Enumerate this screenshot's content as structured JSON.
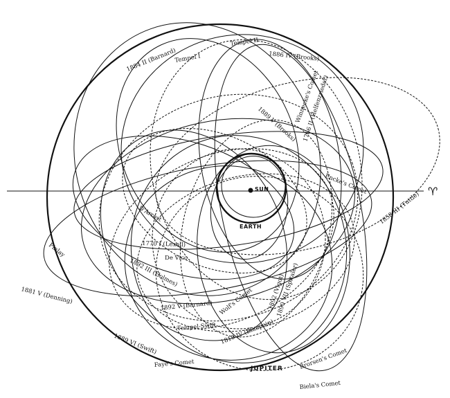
{
  "figure": {
    "sun_label": "SUN",
    "earth_label": "EARTH",
    "jupiter_label": "JUPITER",
    "aries_symbol": "♈"
  },
  "comets": [
    {
      "key": "barnard_1884",
      "label": "1884 II (Barnard)"
    },
    {
      "key": "tempel_1",
      "label": "Tempel I"
    },
    {
      "key": "tempel_2",
      "label": "Tempel II"
    },
    {
      "key": "brooks_1886",
      "label": "1886 IV (Brooks)"
    },
    {
      "key": "winnecke",
      "label": "Winnecke's Comet"
    },
    {
      "key": "helfenzrieder",
      "label": "1766 II (Helfenzrieder)"
    },
    {
      "key": "brooks_1889",
      "label": "1889 V (Brooks)"
    },
    {
      "key": "encke",
      "label": "Encke's Comet"
    },
    {
      "key": "tuttle",
      "label": "1858 III (Tuttle)"
    },
    {
      "key": "darrest",
      "label": "D'Arrest"
    },
    {
      "key": "finlay",
      "label": "Finlay"
    },
    {
      "key": "lexell",
      "label": "1770 I (Lexell)"
    },
    {
      "key": "de_vico",
      "label": "De Vico"
    },
    {
      "key": "holmes",
      "label": "1892 III (Holmes)"
    },
    {
      "key": "denning",
      "label": "1881 V (Denning)"
    },
    {
      "key": "barnard_1892",
      "label": "1892 V (Barnard)"
    },
    {
      "key": "wolf",
      "label": "Wolf's Comet"
    },
    {
      "key": "vigot",
      "label": "1892 (Vigot)"
    },
    {
      "key": "spitaler",
      "label": "1890 VII (Spitaler)"
    },
    {
      "key": "tempel_swift",
      "label": "Tempel-Swift"
    },
    {
      "key": "swift",
      "label": "1889 VI (Swift)"
    },
    {
      "key": "blanpain",
      "label": "1819 IV (Blanpain)"
    },
    {
      "key": "faye",
      "label": "Faye's Comet"
    },
    {
      "key": "brorsen",
      "label": "Brorsen's Comet"
    },
    {
      "key": "biela",
      "label": "Biela's Comet"
    }
  ]
}
